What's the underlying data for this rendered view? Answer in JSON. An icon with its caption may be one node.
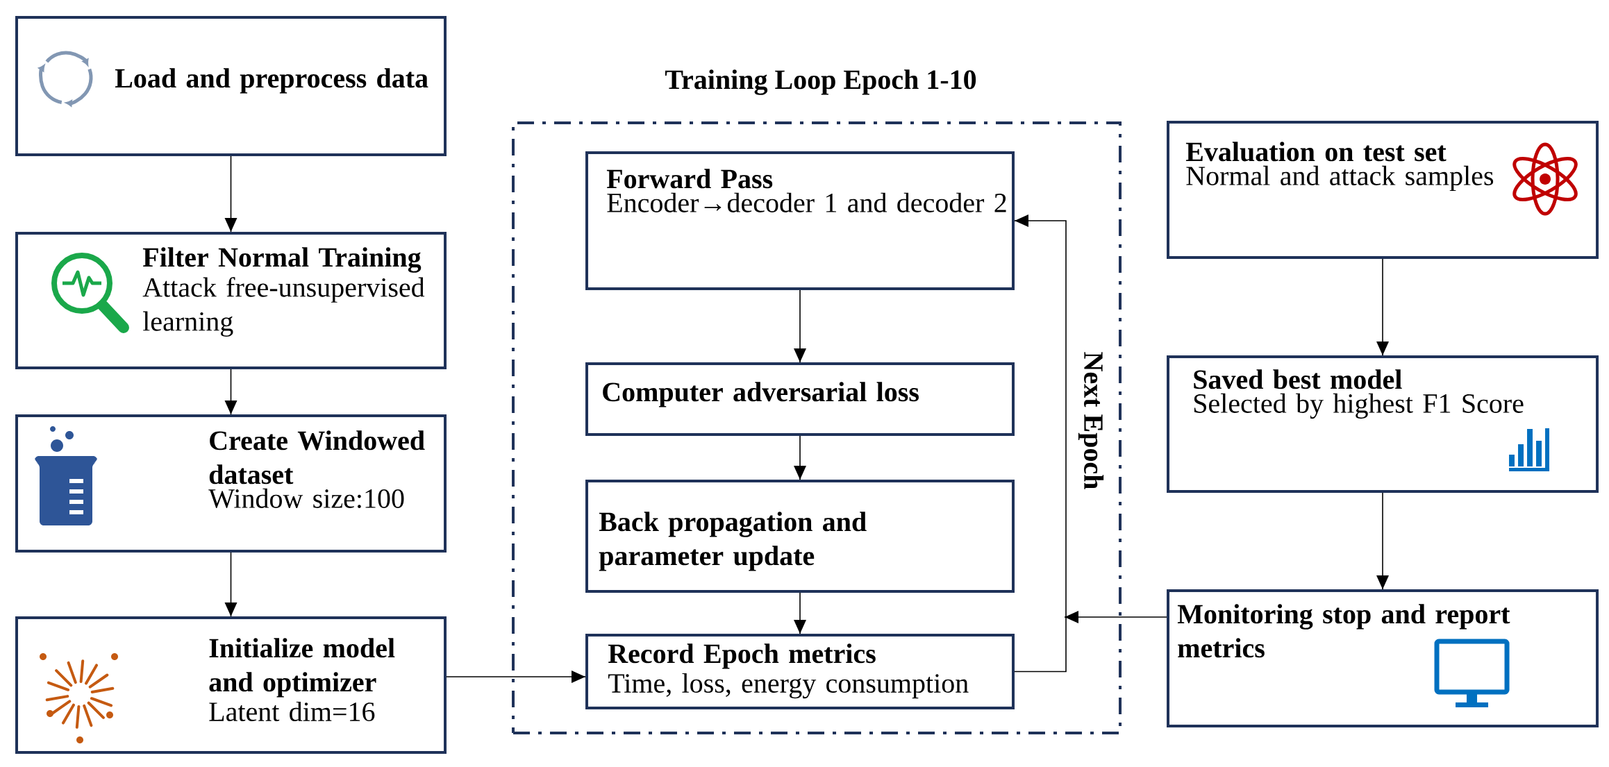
{
  "diagram": {
    "nodes": [
      {
        "text": [
          "Load and preprocess data"
        ]
      },
      {
        "text": [
          "Filter Normal Training",
          "Attack free-unsupervised learning"
        ]
      },
      {
        "text": [
          "Create Windowed dataset",
          "Window size:100"
        ]
      },
      {
        "text": [
          "Initialize model and optimizer",
          "Latent dim=16"
        ]
      },
      {
        "text": [
          "Training Loop Epoch 1-10"
        ]
      },
      {
        "text": [
          "Forward Pass",
          "Encoder→decoder 1 and decoder 2"
        ],
        "in": 4
      },
      {
        "text": [
          "Computer adversarial loss"
        ],
        "in": 4
      },
      {
        "text": [
          "Back propagation and parameter update"
        ],
        "in": 4
      },
      {
        "text": [
          "Record Epoch metrics",
          "Time, loss, energy consumption"
        ],
        "in": 4
      },
      {
        "text": [
          "Evaluation on test set",
          "Normal and attack samples"
        ]
      },
      {
        "text": [
          "Saved best model",
          "Selected by highest F1 Score"
        ]
      },
      {
        "text": [
          "Monitoring stop and report metrics"
        ]
      }
    ],
    "edges": [
      {
        "from": 0,
        "to": 1,
        "arrow": "to"
      },
      {
        "from": 1,
        "to": 2,
        "arrow": "to"
      },
      {
        "from": 2,
        "to": 3,
        "arrow": "to"
      },
      {
        "from": 3,
        "to": 8,
        "arrow": "to"
      },
      {
        "from": 5,
        "to": 6,
        "arrow": "to"
      },
      {
        "from": 6,
        "to": 7,
        "arrow": "to"
      },
      {
        "from": 7,
        "to": 8,
        "arrow": "to"
      },
      {
        "from": 8,
        "to": 5,
        "arrow": "to",
        "label": "Next Epoch"
      },
      {
        "from": 9,
        "to": 10,
        "arrow": "to"
      },
      {
        "from": 10,
        "to": 11,
        "arrow": "to"
      },
      {
        "from": 11,
        "to": null,
        "arrow": "to"
      }
    ]
  }
}
